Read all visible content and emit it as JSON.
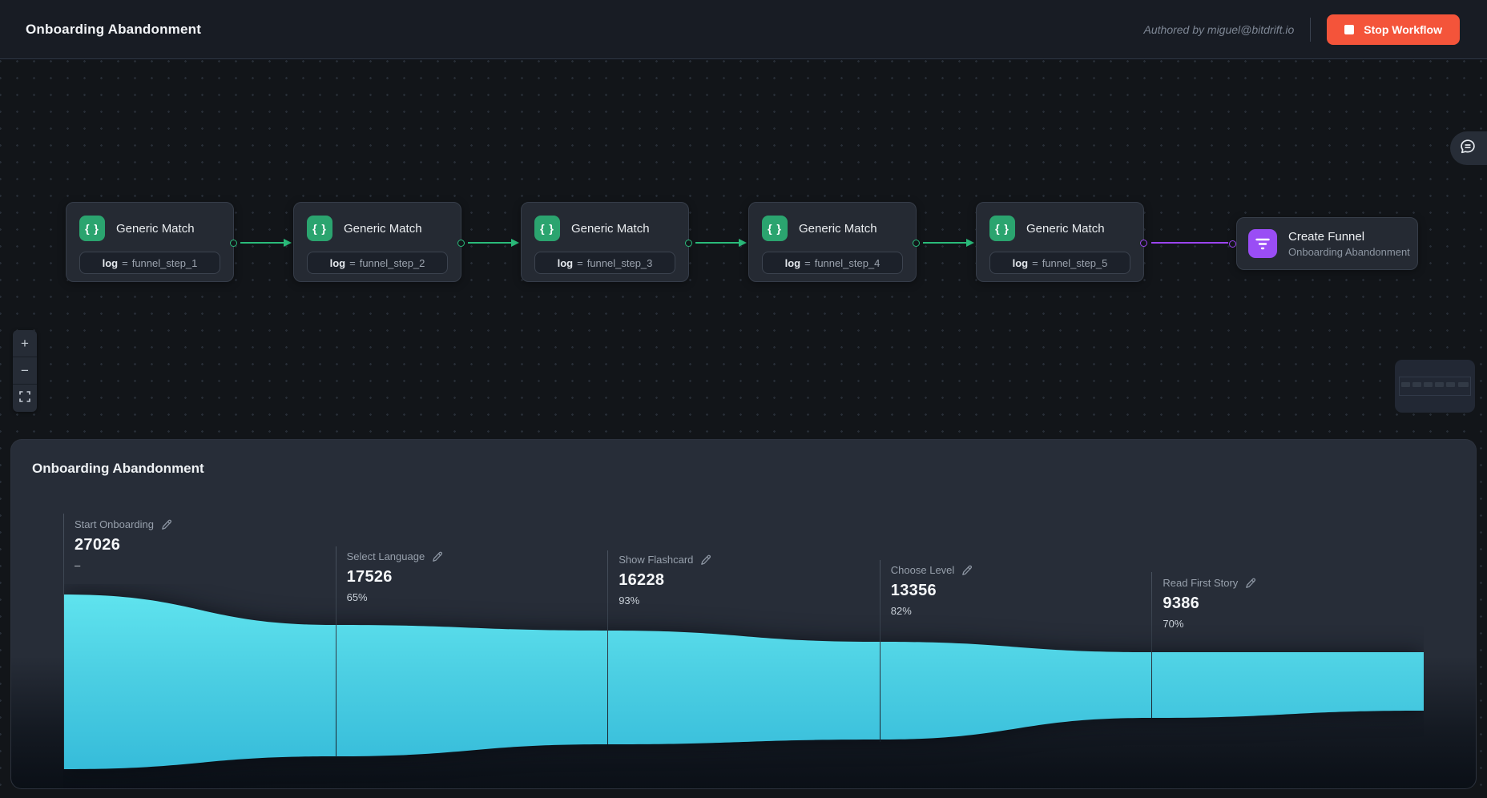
{
  "header": {
    "title": "Onboarding Abandonment",
    "authored_by": "Authored by miguel@bitdrift.io",
    "stop_button_label": "Stop Workflow"
  },
  "canvas": {
    "nodes": [
      {
        "title": "Generic Match",
        "badge": {
          "key": "log",
          "operator": "=",
          "value": "funnel_step_1"
        }
      },
      {
        "title": "Generic Match",
        "badge": {
          "key": "log",
          "operator": "=",
          "value": "funnel_step_2"
        }
      },
      {
        "title": "Generic Match",
        "badge": {
          "key": "log",
          "operator": "=",
          "value": "funnel_step_3"
        }
      },
      {
        "title": "Generic Match",
        "badge": {
          "key": "log",
          "operator": "=",
          "value": "funnel_step_4"
        }
      },
      {
        "title": "Generic Match",
        "badge": {
          "key": "log",
          "operator": "=",
          "value": "funnel_step_5"
        }
      },
      {
        "title": "Create Funnel",
        "subtitle": "Onboarding Abandonment"
      }
    ],
    "node_icon": "braces-icon",
    "create_funnel_icon": "funnel-icon",
    "controls": {
      "zoom_in": "+",
      "zoom_out": "−",
      "fit_view": "fit-view-icon"
    },
    "chat_icon": "chat-bubble-icon"
  },
  "funnel_panel": {
    "title": "Onboarding Abandonment",
    "steps": [
      {
        "label": "Start Onboarding",
        "value": "27026",
        "rate": "–"
      },
      {
        "label": "Select Language",
        "value": "17526",
        "rate": "65%"
      },
      {
        "label": "Show Flashcard",
        "value": "16228",
        "rate": "93%"
      },
      {
        "label": "Choose Level",
        "value": "13356",
        "rate": "82%"
      },
      {
        "label": "Read First Story",
        "value": "9386",
        "rate": "70%"
      }
    ],
    "edit_icon": "pencil-icon"
  },
  "chart_data": {
    "type": "area",
    "title": "Onboarding Abandonment",
    "categories": [
      "Start Onboarding",
      "Select Language",
      "Show Flashcard",
      "Choose Level",
      "Read First Story"
    ],
    "values": [
      27026,
      17526,
      16228,
      13356,
      9386
    ],
    "conversion_rates": [
      null,
      0.65,
      0.93,
      0.82,
      0.7
    ],
    "ylim": [
      0,
      27026
    ],
    "grid": false,
    "legend_position": "none"
  },
  "colors": {
    "accent_green": "#2ba46f",
    "edge_green": "#2abb7a",
    "accent_purple": "#9a4df5",
    "edge_purple": "#9b45f0",
    "stop_button": "#f4543a",
    "funnel_top": "#5fe3ee",
    "funnel_bottom": "#36bcda",
    "panel_bg": "#272d38",
    "canvas_bg": "#121519",
    "header_bg": "#181c24"
  }
}
